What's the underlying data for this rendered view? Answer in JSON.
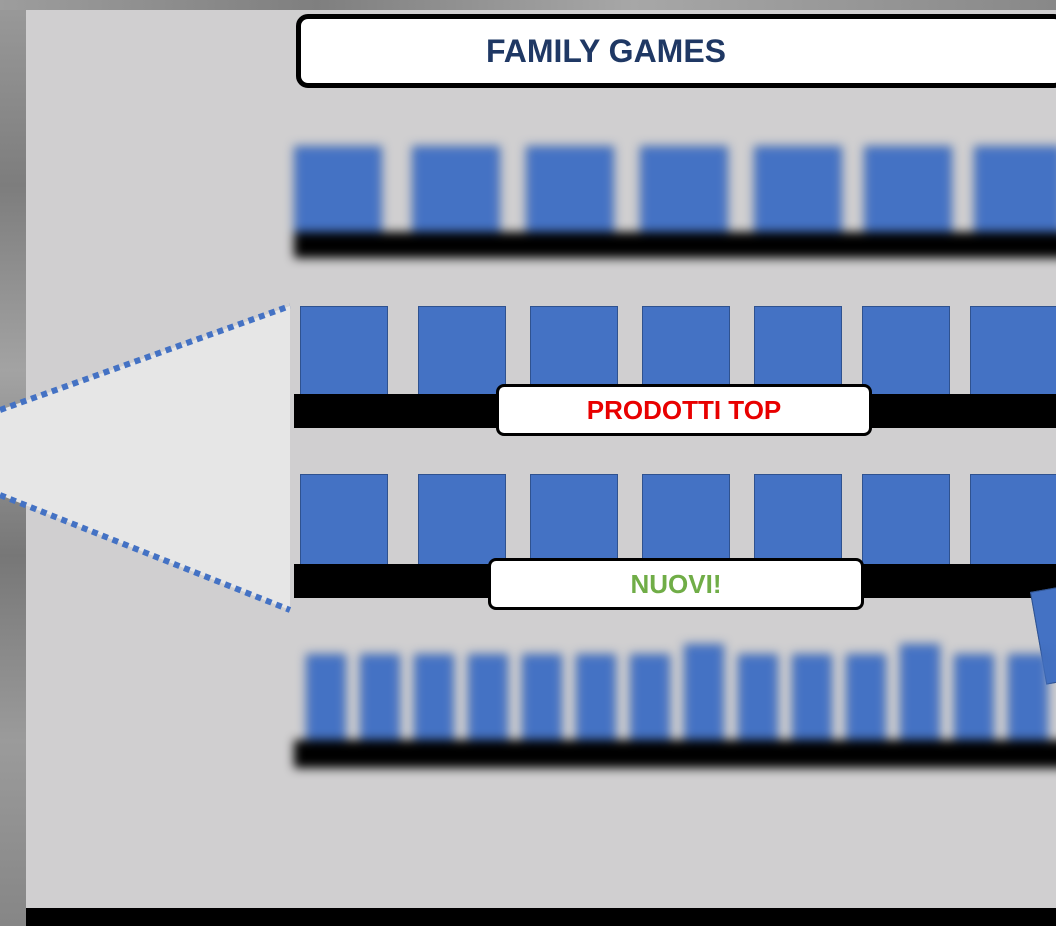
{
  "header": {
    "title": "FAMILY GAMES"
  },
  "labels": {
    "top_products": "PRODOTTI TOP",
    "new_items": "NUOVI!"
  },
  "colors": {
    "panel": "#d0cfd0",
    "product_box": "#4472c4",
    "title_text": "#1f3864",
    "top_products_text": "#e80000",
    "new_items_text": "#70ad47",
    "cone_line": "#4472c4"
  }
}
